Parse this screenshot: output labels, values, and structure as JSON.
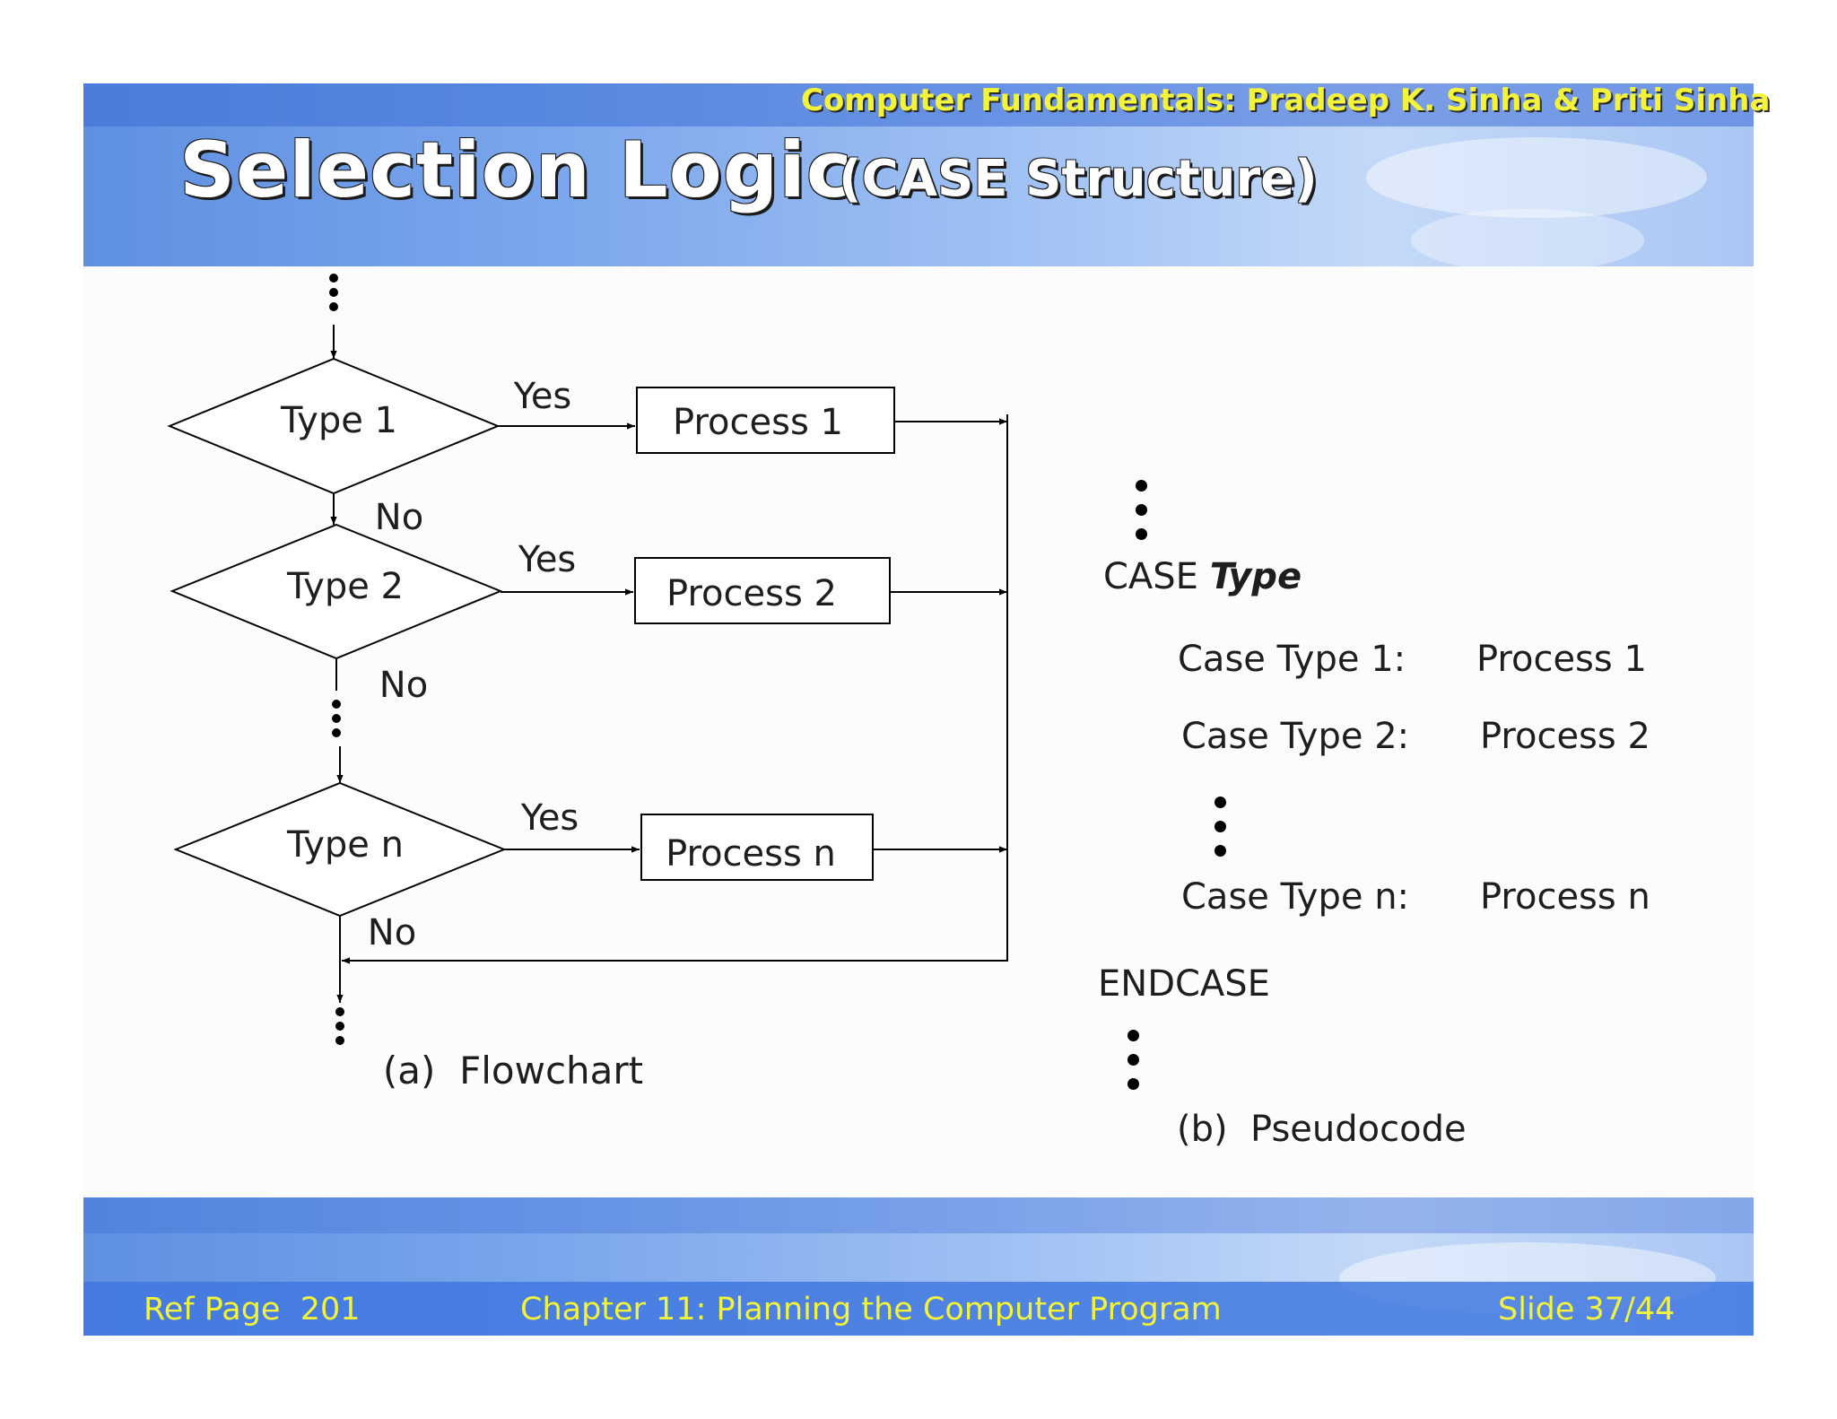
{
  "header": {
    "credit": "Computer Fundamentals: Pradeep K. Sinha & Priti Sinha",
    "title_main": "Selection Logic",
    "title_sub": "(CASE Structure)"
  },
  "flowchart": {
    "decisions": [
      "Type 1",
      "Type 2",
      "Type n"
    ],
    "processes": [
      "Process 1",
      "Process 2",
      "Process n"
    ],
    "yes_label": "Yes",
    "no_label": "No",
    "caption": "(a)  Flowchart"
  },
  "pseudocode": {
    "case_keyword": "CASE",
    "case_variable": "Type",
    "cases": [
      {
        "label": "Case Type 1:",
        "action": "Process 1"
      },
      {
        "label": "Case Type 2:",
        "action": "Process 2"
      },
      {
        "label": "Case Type n:",
        "action": "Process n"
      }
    ],
    "end_keyword": "ENDCASE",
    "caption": "(b)  Pseudocode"
  },
  "footer": {
    "ref_page": "Ref Page  201",
    "chapter": "Chapter 11: Planning the Computer Program",
    "slide": "Slide 37/44"
  }
}
